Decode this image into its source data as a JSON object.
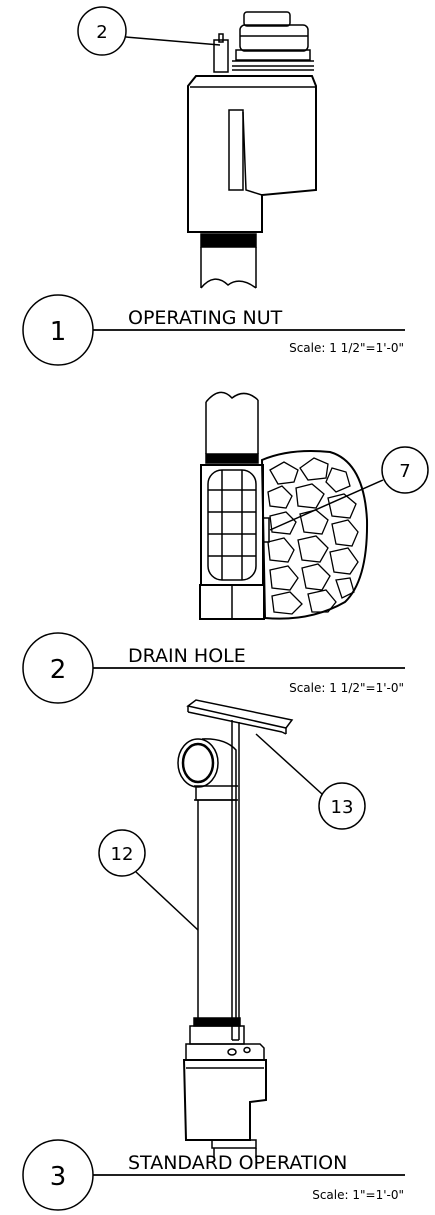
{
  "details": [
    {
      "number": "1",
      "title": "OPERATING NUT",
      "scale": "Scale: 1 1/2\"=1'-0\""
    },
    {
      "number": "2",
      "title": "DRAIN HOLE",
      "scale": "Scale: 1 1/2\"=1'-0\""
    },
    {
      "number": "3",
      "title": "STANDARD OPERATION",
      "scale": "Scale: 1\"=1'-0\""
    }
  ],
  "callouts": {
    "c2": "2",
    "c7": "7",
    "c12": "12",
    "c13": "13"
  }
}
